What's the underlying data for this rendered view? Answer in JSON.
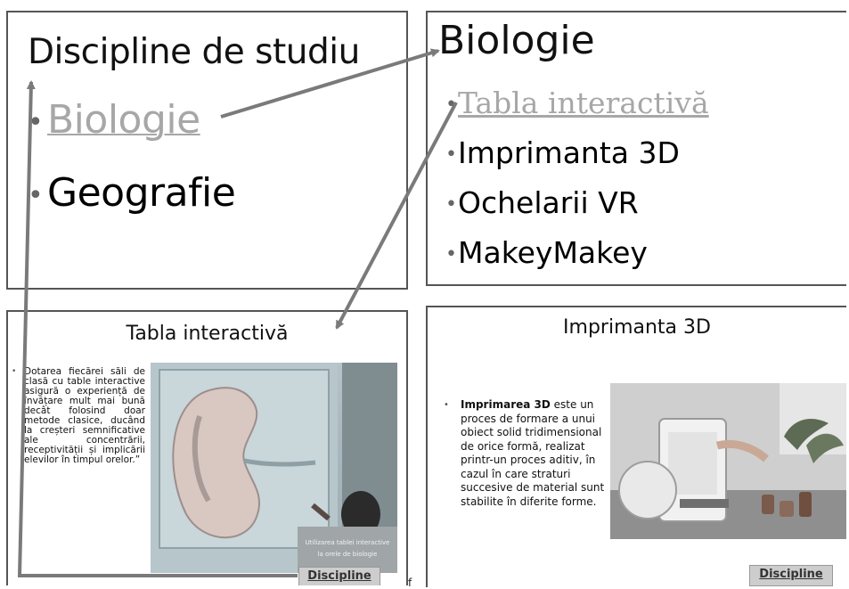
{
  "slide1": {
    "title": "Discipline de studiu",
    "bullets": [
      {
        "dot": "•",
        "label": "Biologie",
        "style": "link"
      },
      {
        "dot": "•",
        "label": "Geografie",
        "style": "plain"
      }
    ]
  },
  "slide2": {
    "title": "Biologie",
    "bullets": [
      {
        "dot": "•",
        "label": "Tabla interactivă",
        "style": "link"
      },
      {
        "dot": "•",
        "label": "Imprimanta 3D",
        "style": "plain"
      },
      {
        "dot": "•",
        "label": "Ochelarii VR",
        "style": "plain"
      },
      {
        "dot": "•",
        "label": "MakeyMakey",
        "style": "plain"
      }
    ]
  },
  "slide3": {
    "title": "Tabla interactivă",
    "bullet": "•",
    "body": "Dotarea fiecărei săli de clasă cu table interactive asigură o experiență de învățare mult mai bună decât folosind doar metode clasice, ducând la creșteri semnificative ale concentrării, receptivității și implicării elevilor în timpul orelor.”",
    "caption_line1": "Utilizarea tablei interactive",
    "caption_line2": "la orele de biologie",
    "button": "Discipline"
  },
  "slide4": {
    "title": "Imprimanta 3D",
    "bullet": "•",
    "body_bold": "Imprimarea 3D",
    "body_rest": " este un proces de formare a unui obiect solid tridimensional de orice formă, realizat printr-un proces aditiv, în cazul în care straturi succesive de material sunt stabilite în diferite forme.",
    "button": "Discipline"
  },
  "stray_mark": "f",
  "colors": {
    "arrow": "#7a7a7a",
    "link": "#a7a7a7",
    "border": "#555555"
  }
}
